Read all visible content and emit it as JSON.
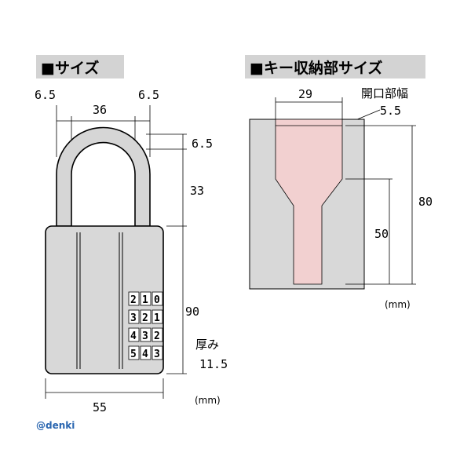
{
  "left_panel": {
    "header": "■サイズ",
    "dims": {
      "shackle_side_left": "6.5",
      "shackle_inner_width": "36",
      "shackle_side_right": "6.5",
      "shackle_top_thickness": "6.5",
      "shackle_height": "33",
      "body_height": "90",
      "body_width": "55",
      "thickness_label": "厚み",
      "thickness_value": "11.5"
    },
    "unit": "(mm)",
    "dial_rows": [
      [
        "2",
        "1",
        "0"
      ],
      [
        "3",
        "2",
        "1"
      ],
      [
        "4",
        "3",
        "2"
      ],
      [
        "5",
        "4",
        "3"
      ]
    ]
  },
  "right_panel": {
    "header": "■キー収納部サイズ",
    "dims": {
      "slot_width": "29",
      "opening_label": "開口部幅",
      "opening_value": "5.5",
      "total_height": "80",
      "narrow_height": "50"
    },
    "unit": "(mm)"
  },
  "watermark": "@denki",
  "colors": {
    "header_bg": "#d3d3d3",
    "body_fill": "#d8d8d8",
    "slot_fill": "#f2d0d0",
    "logo": "#2a66b0"
  }
}
